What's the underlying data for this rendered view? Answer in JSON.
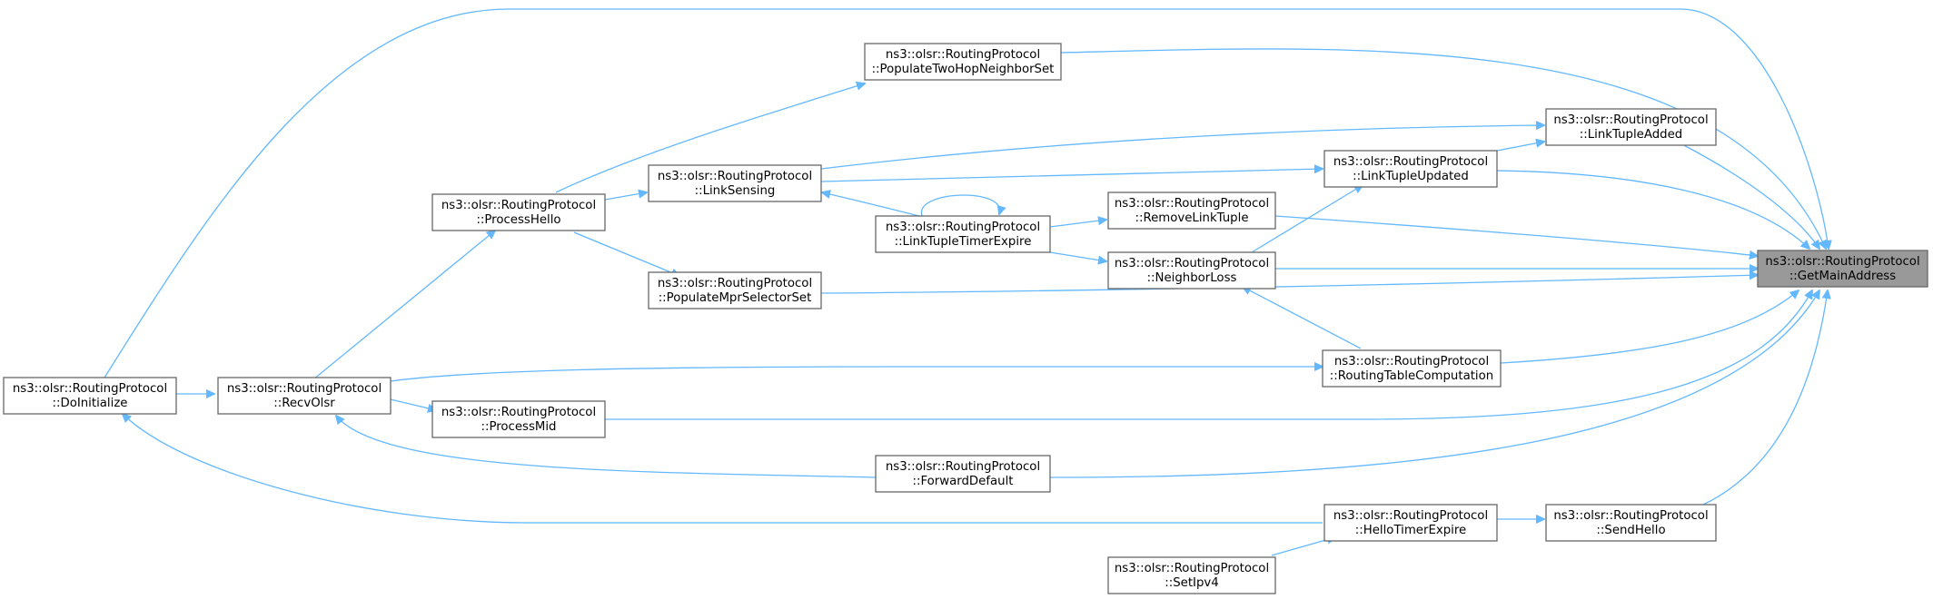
{
  "nodes": {
    "get_main_address": {
      "line1": "ns3::olsr::RoutingProtocol",
      "line2": "::GetMainAddress"
    },
    "populate_two_hop": {
      "line1": "ns3::olsr::RoutingProtocol",
      "line2": "::PopulateTwoHopNeighborSet"
    },
    "link_tuple_added": {
      "line1": "ns3::olsr::RoutingProtocol",
      "line2": "::LinkTupleAdded"
    },
    "link_tuple_updated": {
      "line1": "ns3::olsr::RoutingProtocol",
      "line2": "::LinkTupleUpdated"
    },
    "link_sensing": {
      "line1": "ns3::olsr::RoutingProtocol",
      "line2": "::LinkSensing"
    },
    "process_hello": {
      "line1": "ns3::olsr::RoutingProtocol",
      "line2": "::ProcessHello"
    },
    "remove_link_tuple": {
      "line1": "ns3::olsr::RoutingProtocol",
      "line2": "::RemoveLinkTuple"
    },
    "link_tuple_timer_expire": {
      "line1": "ns3::olsr::RoutingProtocol",
      "line2": "::LinkTupleTimerExpire"
    },
    "neighbor_loss": {
      "line1": "ns3::olsr::RoutingProtocol",
      "line2": "::NeighborLoss"
    },
    "populate_mpr_selector": {
      "line1": "ns3::olsr::RoutingProtocol",
      "line2": "::PopulateMprSelectorSet"
    },
    "routing_table_computation": {
      "line1": "ns3::olsr::RoutingProtocol",
      "line2": "::RoutingTableComputation"
    },
    "do_initialize": {
      "line1": "ns3::olsr::RoutingProtocol",
      "line2": "::DoInitialize"
    },
    "recv_olsr": {
      "line1": "ns3::olsr::RoutingProtocol",
      "line2": "::RecvOlsr"
    },
    "process_mid": {
      "line1": "ns3::olsr::RoutingProtocol",
      "line2": "::ProcessMid"
    },
    "forward_default": {
      "line1": "ns3::olsr::RoutingProtocol",
      "line2": "::ForwardDefault"
    },
    "hello_timer_expire": {
      "line1": "ns3::olsr::RoutingProtocol",
      "line2": "::HelloTimerExpire"
    },
    "send_hello": {
      "line1": "ns3::olsr::RoutingProtocol",
      "line2": "::SendHello"
    },
    "set_ipv4": {
      "line1": "ns3::olsr::RoutingProtocol",
      "line2": "::SetIpv4"
    }
  },
  "colors": {
    "edge": "#63b8ff",
    "node_border": "#666666",
    "root_fill": "#999999"
  }
}
